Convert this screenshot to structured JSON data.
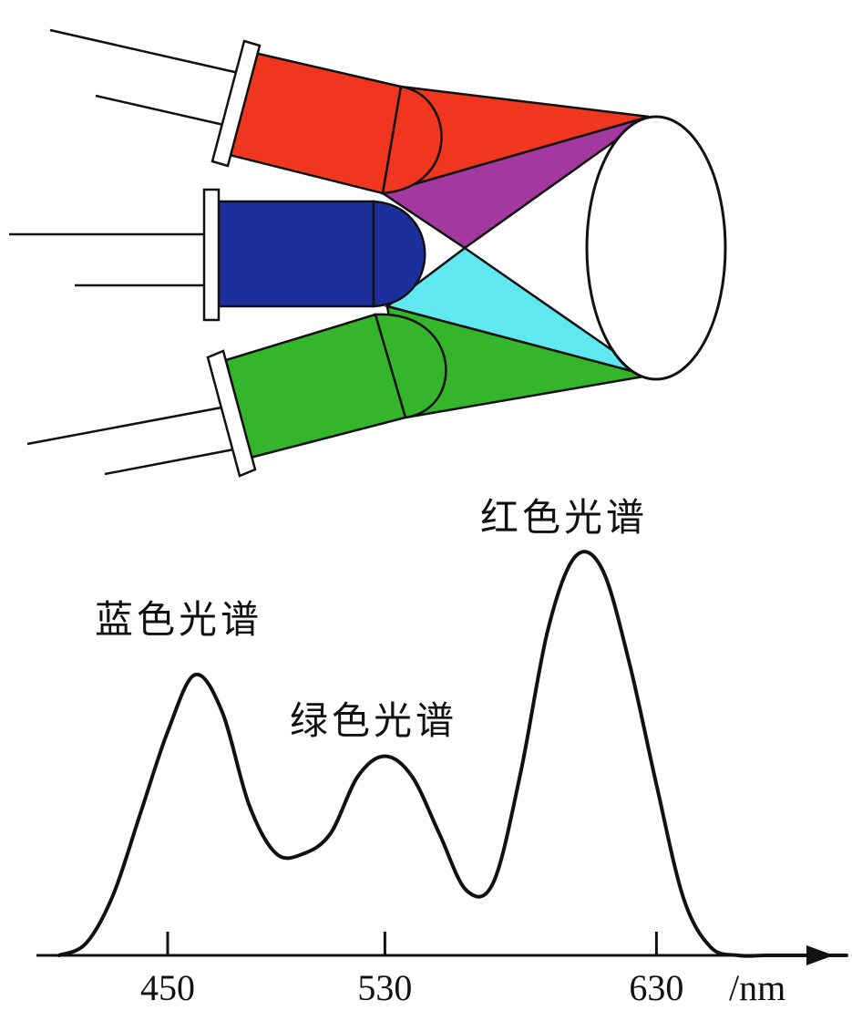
{
  "colors": {
    "red_led": "#f0361f",
    "blue_led": "#1c2f9a",
    "green_led": "#34b52b",
    "magenta_mix": "#a3399e",
    "cyan_mix": "#5fe8f0",
    "outline": "#111111"
  },
  "leds": [
    {
      "name": "red",
      "color_key": "red_led"
    },
    {
      "name": "blue",
      "color_key": "blue_led"
    },
    {
      "name": "green",
      "color_key": "green_led"
    }
  ],
  "spectrum": {
    "labels": {
      "blue": "蓝色光谱",
      "green": "绿色光谱",
      "red": "红色光谱"
    },
    "x_ticks": [
      "450",
      "530",
      "630"
    ],
    "x_unit": "/nm"
  },
  "chart_data": {
    "type": "line",
    "x": [
      410,
      420,
      430,
      440,
      450,
      460,
      470,
      480,
      490,
      500,
      510,
      520,
      530,
      540,
      550,
      560,
      570,
      580,
      590,
      600,
      610,
      620,
      630,
      640,
      650,
      660,
      670,
      680
    ],
    "series": [
      {
        "values": [
          0.0,
          0.03,
          0.15,
          0.35,
          0.55,
          0.69,
          0.6,
          0.37,
          0.25,
          0.25,
          0.3,
          0.44,
          0.49,
          0.44,
          0.3,
          0.16,
          0.18,
          0.45,
          0.8,
          0.98,
          0.95,
          0.72,
          0.42,
          0.14,
          0.02,
          0.0,
          0.0,
          0.0
        ]
      }
    ],
    "xticks": [
      450,
      530,
      630
    ],
    "xlabel": "/nm",
    "annotations": [
      "蓝色光谱",
      "绿色光谱",
      "红色光谱"
    ]
  }
}
